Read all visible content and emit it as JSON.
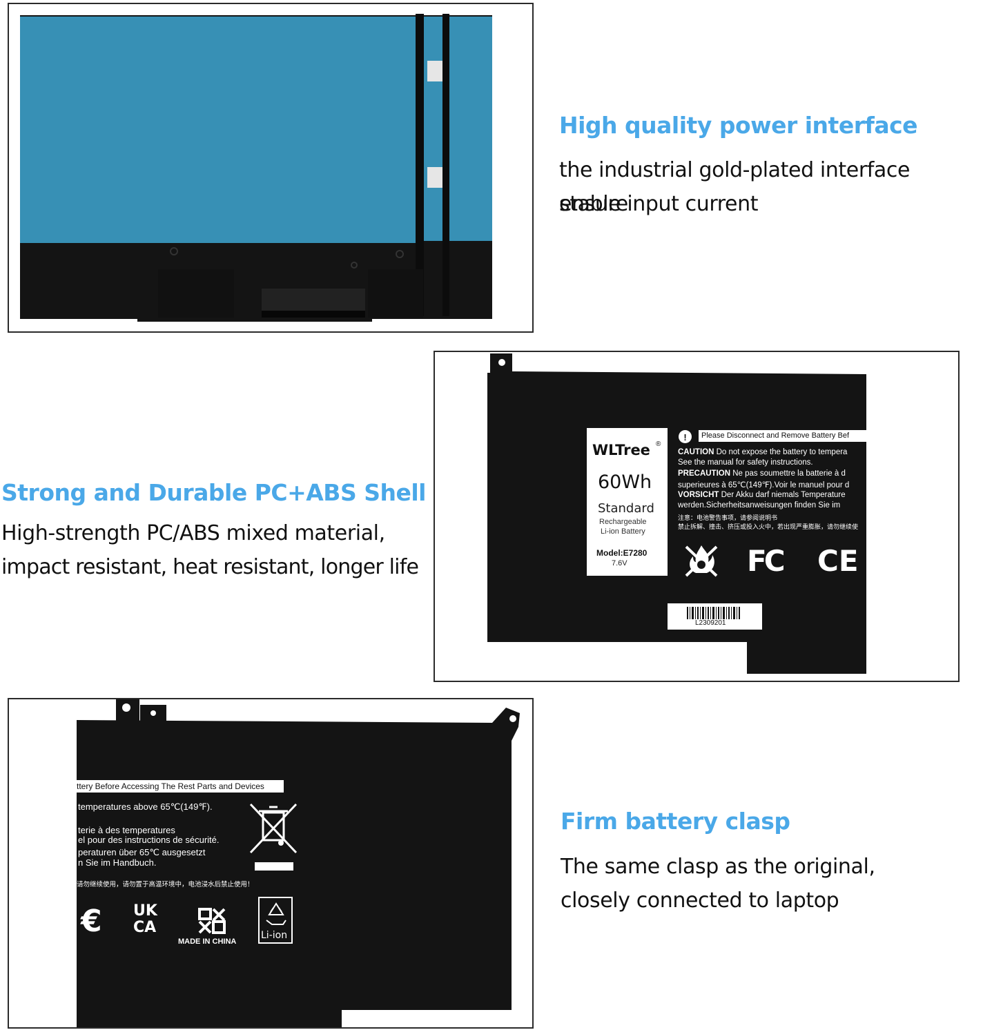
{
  "colors": {
    "accent": "#4aa8e8",
    "text": "#111111",
    "battery_body": "#141414",
    "battery_cover": "#3790b5",
    "label_white": "#ffffff"
  },
  "sections": [
    {
      "id": "power-interface",
      "headline": "High quality power interface",
      "lines": [
        "the industrial gold-plated interface ensure",
        "stable input current"
      ]
    },
    {
      "id": "shell",
      "headline": "Strong and Durable PC+ABS Shell",
      "lines": [
        "High-strength PC/ABS mixed material,",
        "impact resistant, heat resistant, longer life"
      ]
    },
    {
      "id": "clasp",
      "headline": "Firm battery clasp",
      "lines": [
        "The same clasp as the original,",
        "closely connected to laptop"
      ]
    }
  ],
  "battery_label": {
    "brand": "WLTree",
    "brand_mark": "®",
    "capacity": "60Wh",
    "type": "Standard",
    "desc_1": "Rechargeable",
    "desc_2": "Li-ion Battery",
    "model": "Model:E7280",
    "voltage": "7.6V",
    "notice_icon": "!",
    "notice": "Please Disconnect and Remove Battery Bef",
    "caution_head": "CAUTION",
    "caution_1": " Do not expose the battery to tempera",
    "caution_2": "See the manual for safety instructions.",
    "precaution_head": "PRECAUTION",
    "precaution_1": " Ne pas soumettre la batterie à d",
    "precaution_2": "superieures à 65℃(149℉).Voir le manuel pour d",
    "vorsicht_head": "VORSICHT",
    "vorsicht_1": " Der Akku darf niemals Temperature",
    "vorsicht_2": "werden.Sicherheitsanweisungen finden Sie im",
    "cn_1": "注意：电池警告事项，请参阅说明书",
    "cn_2": "禁止拆解、撞击、挤压或投入火中，若出现严重膨胀，请勿继续使",
    "fc_mark": "FC",
    "ce_mark": "CE",
    "barcode_text": "L2309201"
  },
  "back_label": {
    "notice": "ttery Before Accessing The Rest Parts and Devices",
    "line_1": "temperatures above 65℃(149℉).",
    "line_2": "terie à des temperatures",
    "line_3": "el pour des instructions de sécurité.",
    "line_4": "peraturen über 65℃ ausgesetzt",
    "line_5": "n Sie im Handbuch.",
    "line_cn": "请勿继续使用，请勿置于高温环境中，电池浸水后禁止使用！",
    "ce_mark": "€",
    "ukca_1": "UK",
    "ukca_2": "CA",
    "made_in": "MADE IN CHINA",
    "liion": "Li-ion"
  },
  "icons": {
    "flammable": "flammable-icon",
    "weee": "crossed-bin-icon",
    "recycle": "recycle-icon"
  }
}
